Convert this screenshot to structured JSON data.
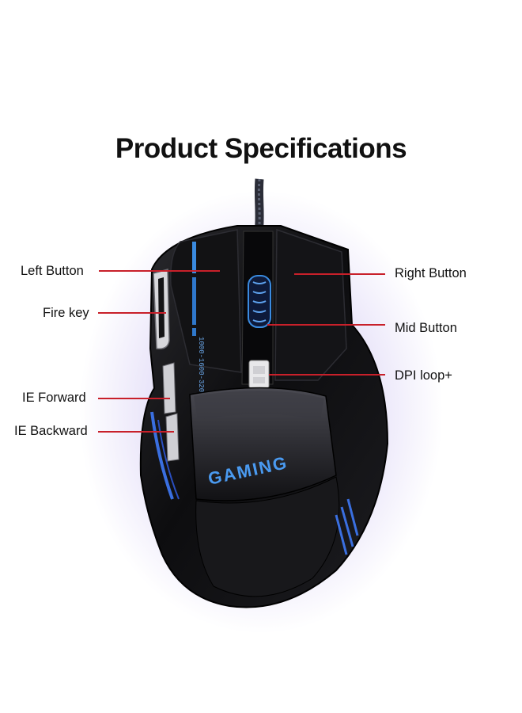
{
  "title": "Product Specifications",
  "mouse": {
    "logo_text": "GAMING",
    "dpi_text": "1000-1600-3200",
    "accent_color": "#3a8be0",
    "glow_color": "#6a4bd8",
    "body_color": "#0d0d0f"
  },
  "callout_color": "#c8202a",
  "callouts": {
    "left_button": "Left Button",
    "fire_key": "Fire key",
    "ie_forward": "IE Forward",
    "ie_backward": "IE Backward",
    "right_button": "Right Button",
    "mid_button": "Mid Button",
    "dpi_loop": "DPI loop+"
  }
}
